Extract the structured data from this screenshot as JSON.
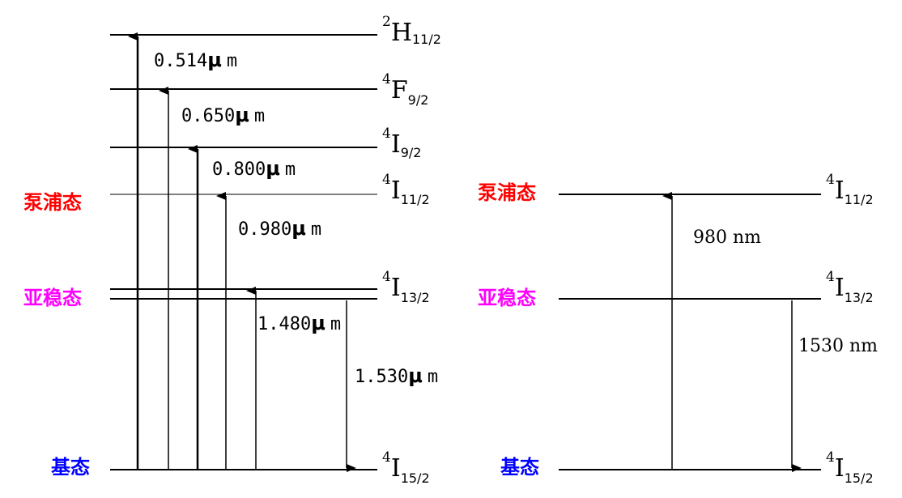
{
  "colors": {
    "pump_state": "#ff0000",
    "metastable_state": "#ff00ff",
    "ground_state": "#0000ff",
    "line": "#000000"
  },
  "states": {
    "pump": "泵浦态",
    "metastable": "亚稳态",
    "ground": "基态"
  },
  "levels": {
    "h11_2": {
      "sup": "2",
      "main": "H",
      "sub": "11/2"
    },
    "f9_2": {
      "sup": "4",
      "main": "F",
      "sub": "9/2"
    },
    "i9_2": {
      "sup": "4",
      "main": "I",
      "sub": "9/2"
    },
    "i11_2": {
      "sup": "4",
      "main": "I",
      "sub": "11/2"
    },
    "i13_2": {
      "sup": "4",
      "main": "I",
      "sub": "13/2"
    },
    "i15_2": {
      "sup": "4",
      "main": "I",
      "sub": "15/2"
    }
  },
  "left_wavelengths": {
    "w514": {
      "num": "0.514",
      "unit_mu": "μ",
      "unit_m": "m"
    },
    "w650": {
      "num": "0.650",
      "unit_mu": "μ",
      "unit_m": "m"
    },
    "w800": {
      "num": "0.800",
      "unit_mu": "μ",
      "unit_m": "m"
    },
    "w980": {
      "num": "0.980",
      "unit_mu": "μ",
      "unit_m": "m"
    },
    "w1480": {
      "num": "1.480",
      "unit_mu": "μ",
      "unit_m": "m"
    },
    "w1530": {
      "num": "1.530",
      "unit_mu": "μ",
      "unit_m": "m"
    }
  },
  "right_wavelengths": {
    "pump": "980 nm",
    "emission": "1530 nm"
  }
}
